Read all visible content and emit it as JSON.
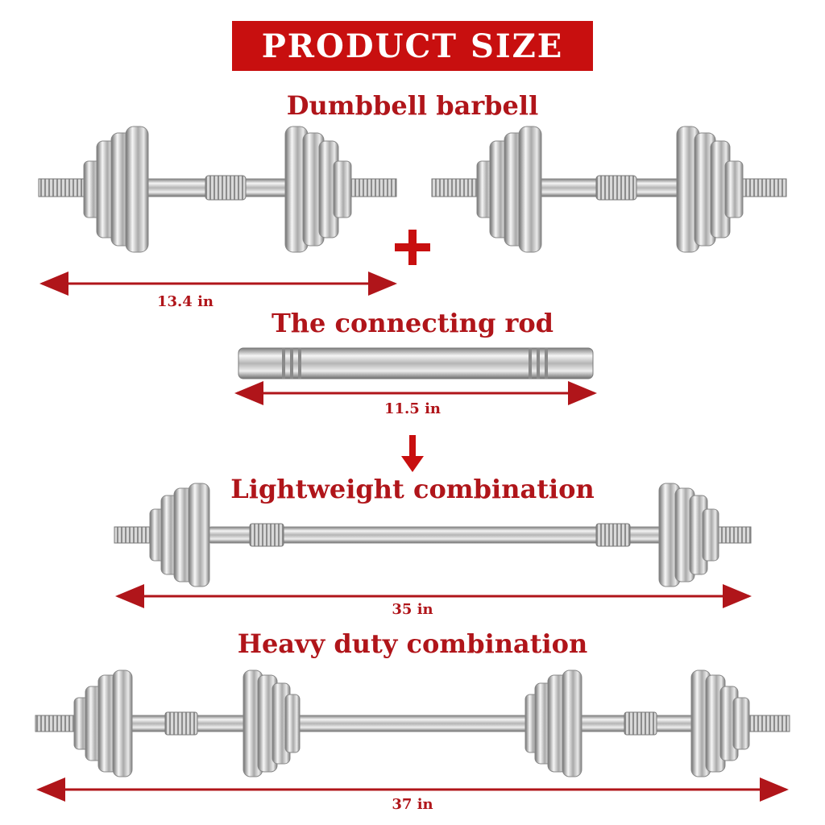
{
  "banner": {
    "title": "PRODUCT SIZE"
  },
  "sections": {
    "dumbbell": {
      "title": "Dumbbell barbell",
      "length": "13.4 in"
    },
    "rod": {
      "title": "The connecting rod",
      "length": "11.5 in"
    },
    "lightweight": {
      "title": "Lightweight combination",
      "length": "35 in"
    },
    "heavy": {
      "title": "Heavy duty combination",
      "length": "37 in"
    }
  },
  "icons": {
    "plus": "plus-icon",
    "down_arrow": "down-arrow-icon"
  },
  "colors": {
    "accent": "#c80f0f",
    "text_red": "#b0151a",
    "chrome_light": "#f2f2f2",
    "chrome_dark": "#8a8a8a"
  }
}
